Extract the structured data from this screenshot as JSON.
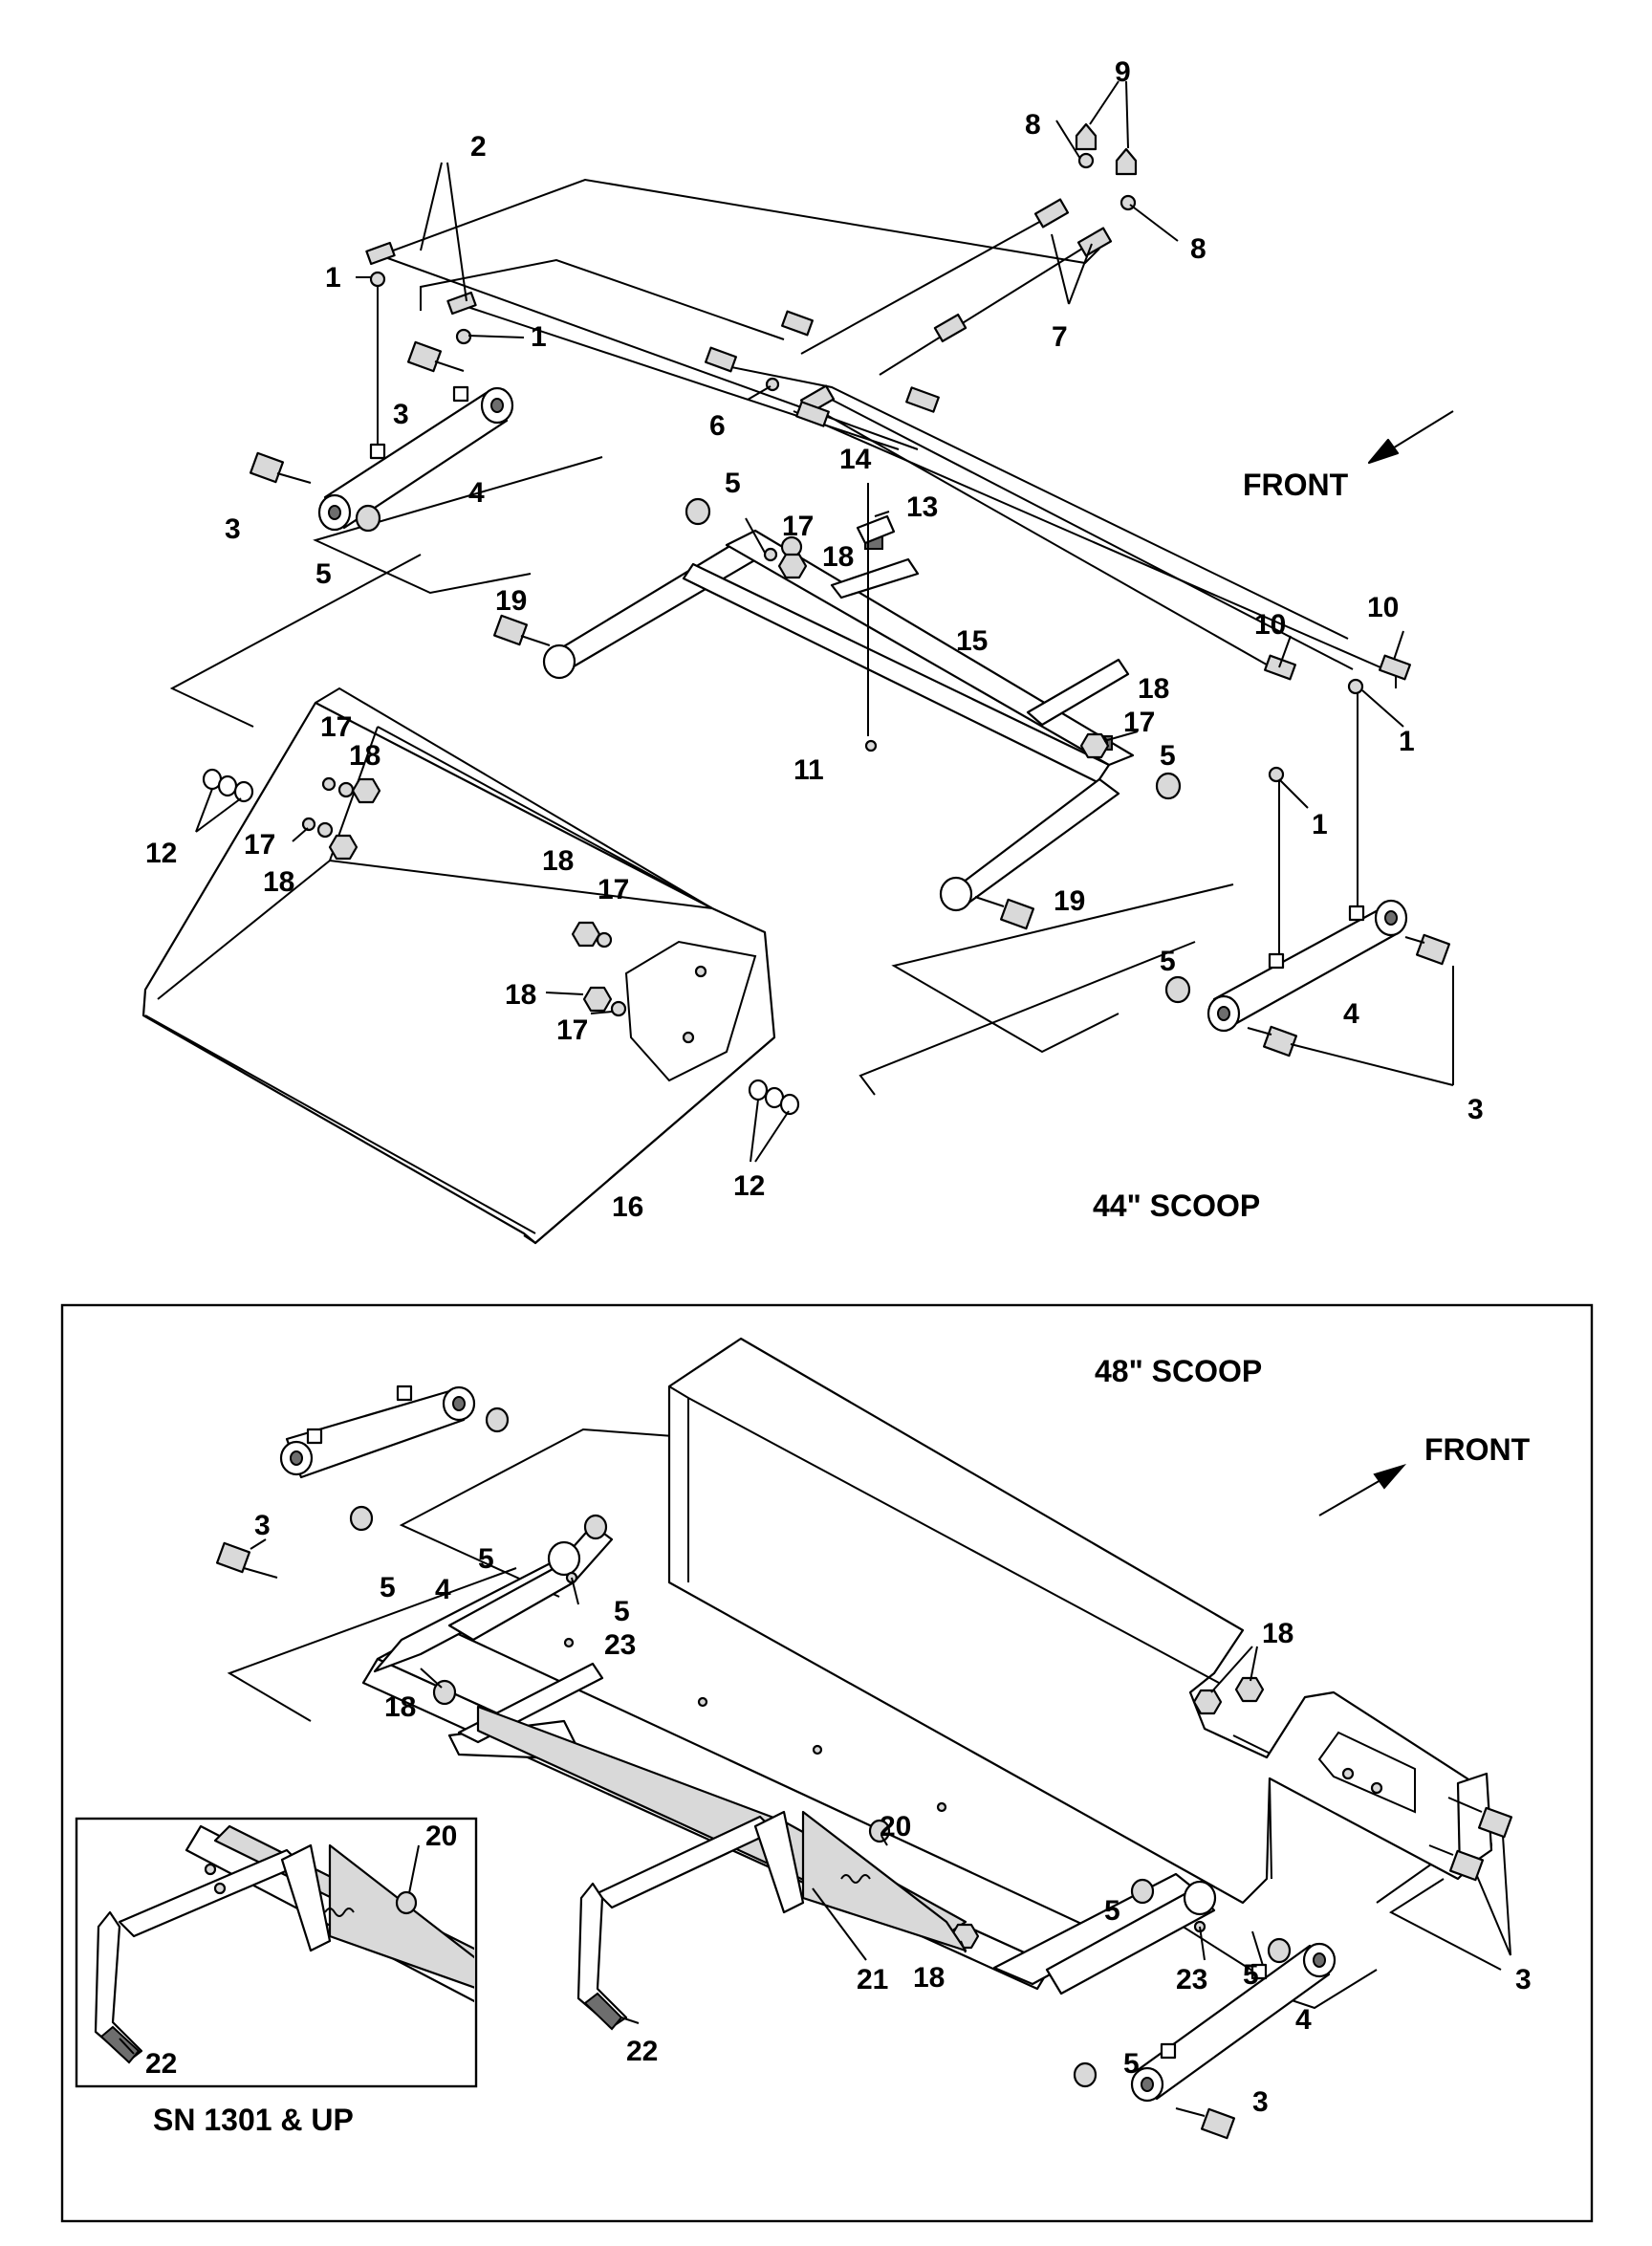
{
  "top_view": {
    "title": "44\" SCOOP",
    "front_label": "FRONT",
    "callouts": [
      {
        "id": "t1",
        "text": "1"
      },
      {
        "id": "t2",
        "text": "1"
      },
      {
        "id": "t3",
        "text": "1"
      },
      {
        "id": "t4",
        "text": "1"
      },
      {
        "id": "t5",
        "text": "2"
      },
      {
        "id": "t6",
        "text": "3"
      },
      {
        "id": "t7",
        "text": "3"
      },
      {
        "id": "t8",
        "text": "3"
      },
      {
        "id": "t9",
        "text": "4"
      },
      {
        "id": "t10",
        "text": "4"
      },
      {
        "id": "t11",
        "text": "5"
      },
      {
        "id": "t12",
        "text": "5"
      },
      {
        "id": "t13",
        "text": "5"
      },
      {
        "id": "t14",
        "text": "5"
      },
      {
        "id": "t15",
        "text": "6"
      },
      {
        "id": "t16",
        "text": "7"
      },
      {
        "id": "t17",
        "text": "8"
      },
      {
        "id": "t18",
        "text": "8"
      },
      {
        "id": "t19",
        "text": "9"
      },
      {
        "id": "t20",
        "text": "10"
      },
      {
        "id": "t21",
        "text": "10"
      },
      {
        "id": "t22",
        "text": "11"
      },
      {
        "id": "t23",
        "text": "12"
      },
      {
        "id": "t24",
        "text": "12"
      },
      {
        "id": "t25",
        "text": "13"
      },
      {
        "id": "t26",
        "text": "14"
      },
      {
        "id": "t27",
        "text": "15"
      },
      {
        "id": "t28",
        "text": "16"
      },
      {
        "id": "t29",
        "text": "17"
      },
      {
        "id": "t30",
        "text": "17"
      },
      {
        "id": "t31",
        "text": "17"
      },
      {
        "id": "t32",
        "text": "17"
      },
      {
        "id": "t33",
        "text": "17"
      },
      {
        "id": "t34",
        "text": "17"
      },
      {
        "id": "t35",
        "text": "18"
      },
      {
        "id": "t36",
        "text": "18"
      },
      {
        "id": "t37",
        "text": "18"
      },
      {
        "id": "t38",
        "text": "18"
      },
      {
        "id": "t39",
        "text": "18"
      },
      {
        "id": "t40",
        "text": "18"
      },
      {
        "id": "t41",
        "text": "19"
      },
      {
        "id": "t42",
        "text": "19"
      }
    ]
  },
  "bottom_view": {
    "title": "48\" SCOOP",
    "front_label": "FRONT",
    "callouts": [
      {
        "id": "b1",
        "text": "3"
      },
      {
        "id": "b2",
        "text": "3"
      },
      {
        "id": "b3",
        "text": "3"
      },
      {
        "id": "b4",
        "text": "4"
      },
      {
        "id": "b5",
        "text": "4"
      },
      {
        "id": "b6",
        "text": "5"
      },
      {
        "id": "b7",
        "text": "5"
      },
      {
        "id": "b8",
        "text": "5"
      },
      {
        "id": "b9",
        "text": "5"
      },
      {
        "id": "b10",
        "text": "5"
      },
      {
        "id": "b11",
        "text": "5"
      },
      {
        "id": "b12",
        "text": "18"
      },
      {
        "id": "b13",
        "text": "18"
      },
      {
        "id": "b14",
        "text": "18"
      },
      {
        "id": "b15",
        "text": "20"
      },
      {
        "id": "b16",
        "text": "21"
      },
      {
        "id": "b17",
        "text": "22"
      },
      {
        "id": "b18",
        "text": "23"
      },
      {
        "id": "b19",
        "text": "23"
      }
    ]
  },
  "inset": {
    "caption": "SN 1301 & UP",
    "callouts": [
      {
        "id": "i1",
        "text": "20"
      },
      {
        "id": "i2",
        "text": "22"
      }
    ]
  }
}
